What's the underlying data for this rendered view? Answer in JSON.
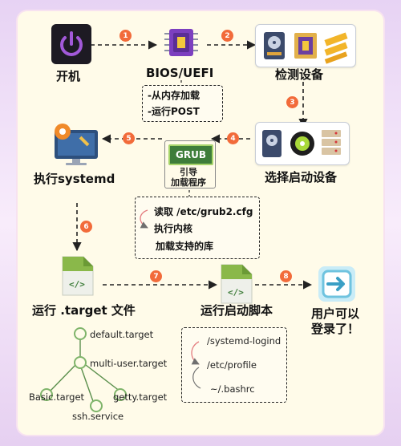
{
  "steps": {
    "power_on": "开机",
    "bios": "BIOS/UEFI",
    "detect": "检测设备",
    "select": "选择启动设备",
    "grub_label": "GRUB",
    "grub_caption_1": "引导",
    "grub_caption_2": "加载程序",
    "systemd": "执行systemd",
    "target": "运行 .target 文件",
    "scripts": "运行启动脚本",
    "login_1": "用户可以",
    "login_2": "登录了！"
  },
  "numbers": [
    "1",
    "2",
    "3",
    "4",
    "5",
    "6",
    "7",
    "8"
  ],
  "bios_box": [
    "-从内存加载",
    "-运行POST"
  ],
  "grub_box": [
    "读取 /etc/grub2.cfg",
    "执行内核",
    "加载支持的库"
  ],
  "script_box": [
    "/systemd-logind",
    "/etc/profile",
    "~/.bashrc"
  ],
  "tree": {
    "root": "default.target",
    "mid": "multi-user.target",
    "left": "Basic.target",
    "right": "getty.target",
    "bottom": "ssh.service"
  },
  "colors": {
    "arrow": "#222222",
    "badge": "#f26b3a",
    "grub_green": "#3e7d3a",
    "tree_node": "#8fc27a"
  }
}
